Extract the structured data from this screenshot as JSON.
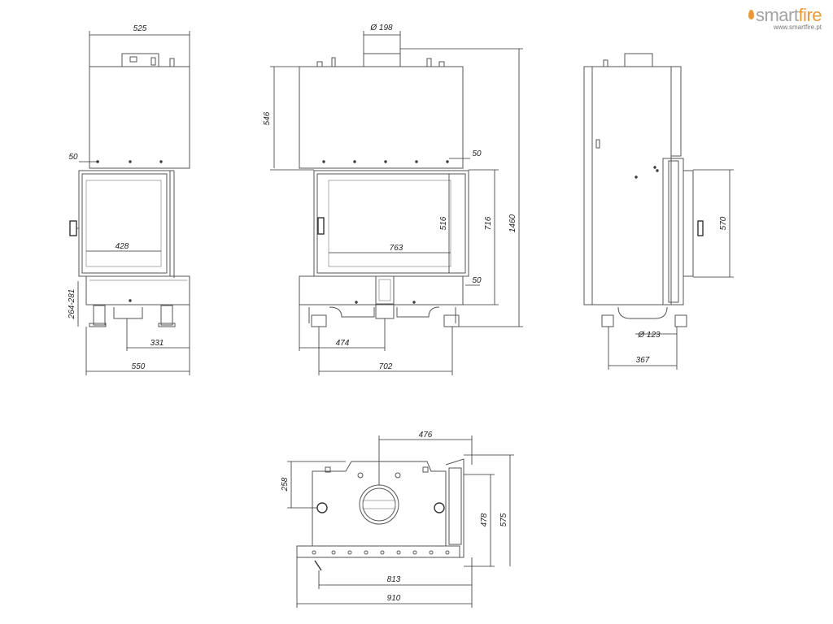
{
  "logo": {
    "brand_main": "smart",
    "brand_accent": "fire",
    "url": "www.smartfire.pt",
    "accent_color": "#e8993a",
    "text_color": "#a3a3a3"
  },
  "dimensions": {
    "front_left": {
      "width_top": "525",
      "door_gap_top": "50",
      "glass_width": "428",
      "leg_height": "264-281",
      "flue_offset": "331",
      "width_bottom": "550"
    },
    "front_main": {
      "flue_diameter": "Ø 198",
      "top_height": "546",
      "gap_top": "50",
      "glass_height": "516",
      "door_height": "716",
      "total_height": "1460",
      "glass_width": "763",
      "gap_bottom": "50",
      "flue_offset": "474",
      "width_bottom": "702"
    },
    "side": {
      "door_height": "570",
      "air_inlet_diameter": "Ø 123",
      "depth": "367"
    },
    "top": {
      "flue_offset": "476",
      "flue_depth": "258",
      "depth_inner": "478",
      "depth_outer": "575",
      "width_inner": "813",
      "width_outer": "910"
    }
  }
}
